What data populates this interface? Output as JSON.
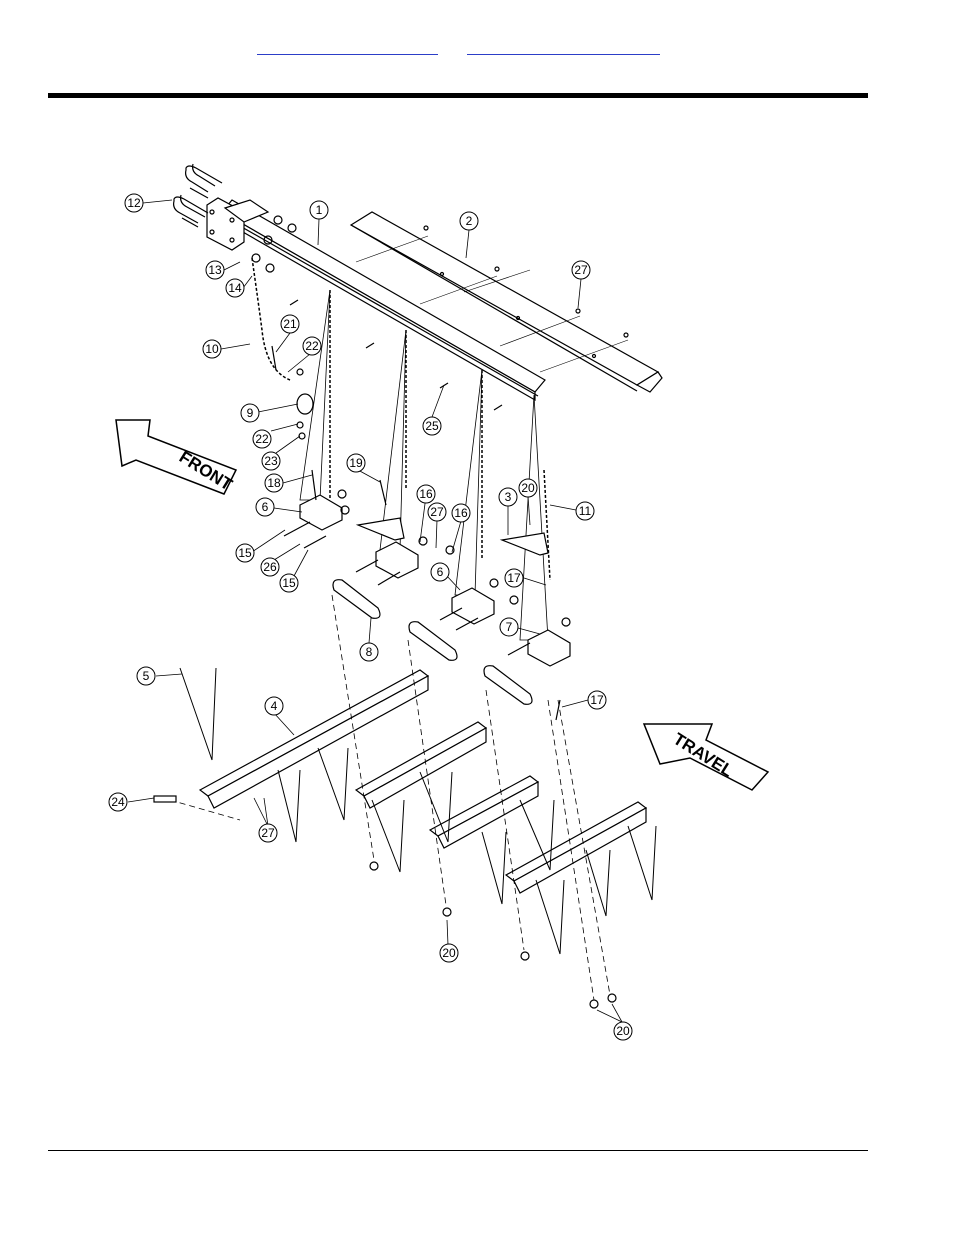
{
  "header": {
    "link_left": "",
    "link_right": ""
  },
  "diagram": {
    "callouts": [
      {
        "id": "c1",
        "label": "1"
      },
      {
        "id": "c2",
        "label": "2"
      },
      {
        "id": "c3",
        "label": "3"
      },
      {
        "id": "c4",
        "label": "4"
      },
      {
        "id": "c5",
        "label": "5"
      },
      {
        "id": "c6a",
        "label": "6"
      },
      {
        "id": "c6b",
        "label": "6"
      },
      {
        "id": "c7",
        "label": "7"
      },
      {
        "id": "c8",
        "label": "8"
      },
      {
        "id": "c9",
        "label": "9"
      },
      {
        "id": "c10",
        "label": "10"
      },
      {
        "id": "c11",
        "label": "11"
      },
      {
        "id": "c12",
        "label": "12"
      },
      {
        "id": "c13",
        "label": "13"
      },
      {
        "id": "c14",
        "label": "14"
      },
      {
        "id": "c15a",
        "label": "15"
      },
      {
        "id": "c15b",
        "label": "15"
      },
      {
        "id": "c16a",
        "label": "16"
      },
      {
        "id": "c16b",
        "label": "16"
      },
      {
        "id": "c17a",
        "label": "17"
      },
      {
        "id": "c17b",
        "label": "17"
      },
      {
        "id": "c18",
        "label": "18"
      },
      {
        "id": "c19",
        "label": "19"
      },
      {
        "id": "c20a",
        "label": "20"
      },
      {
        "id": "c20b",
        "label": "20"
      },
      {
        "id": "c20c",
        "label": "20"
      },
      {
        "id": "c21",
        "label": "21"
      },
      {
        "id": "c22a",
        "label": "22"
      },
      {
        "id": "c22b",
        "label": "22"
      },
      {
        "id": "c23",
        "label": "23"
      },
      {
        "id": "c24",
        "label": "24"
      },
      {
        "id": "c25",
        "label": "25"
      },
      {
        "id": "c26",
        "label": "26"
      },
      {
        "id": "c27a",
        "label": "27"
      },
      {
        "id": "c27b",
        "label": "27"
      },
      {
        "id": "c27c",
        "label": "27"
      }
    ],
    "arrow_front": "FRONT",
    "arrow_travel": "TRAVEL"
  }
}
